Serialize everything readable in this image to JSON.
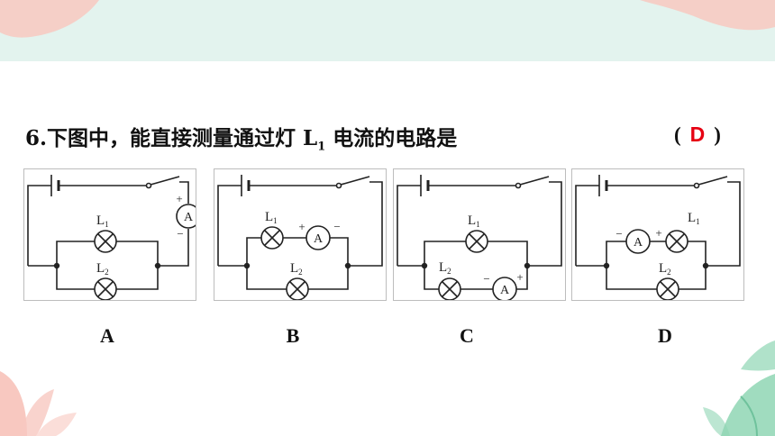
{
  "question": {
    "number": "6.",
    "text_before": "下图中，能直接测量通过灯 ",
    "lamp_label": "L",
    "lamp_sub": "1",
    "text_after": " 电流的电路是",
    "paren_open": "(",
    "answer": "D",
    "paren_close": ")"
  },
  "circuits": [
    {
      "option": "A",
      "lamp1": "L",
      "lamp1_sub": "1",
      "lamp2": "L",
      "lamp2_sub": "2",
      "meter": "A",
      "plus": "+",
      "minus": "−"
    },
    {
      "option": "B",
      "lamp1": "L",
      "lamp1_sub": "1",
      "lamp2": "L",
      "lamp2_sub": "2",
      "meter": "A",
      "plus": "+",
      "minus": "−"
    },
    {
      "option": "C",
      "lamp1": "L",
      "lamp1_sub": "1",
      "lamp2": "L",
      "lamp2_sub": "2",
      "meter": "A",
      "plus": "+",
      "minus": "−"
    },
    {
      "option": "D",
      "lamp1": "L",
      "lamp1_sub": "1",
      "lamp2": "L",
      "lamp2_sub": "2",
      "meter": "A",
      "plus": "+",
      "minus": "−"
    }
  ],
  "colors": {
    "background_band": "#e3f3ee",
    "accent_red": "#e60012",
    "pink_deco": "#f8c8c0",
    "green_deco": "#8fd6b4"
  }
}
